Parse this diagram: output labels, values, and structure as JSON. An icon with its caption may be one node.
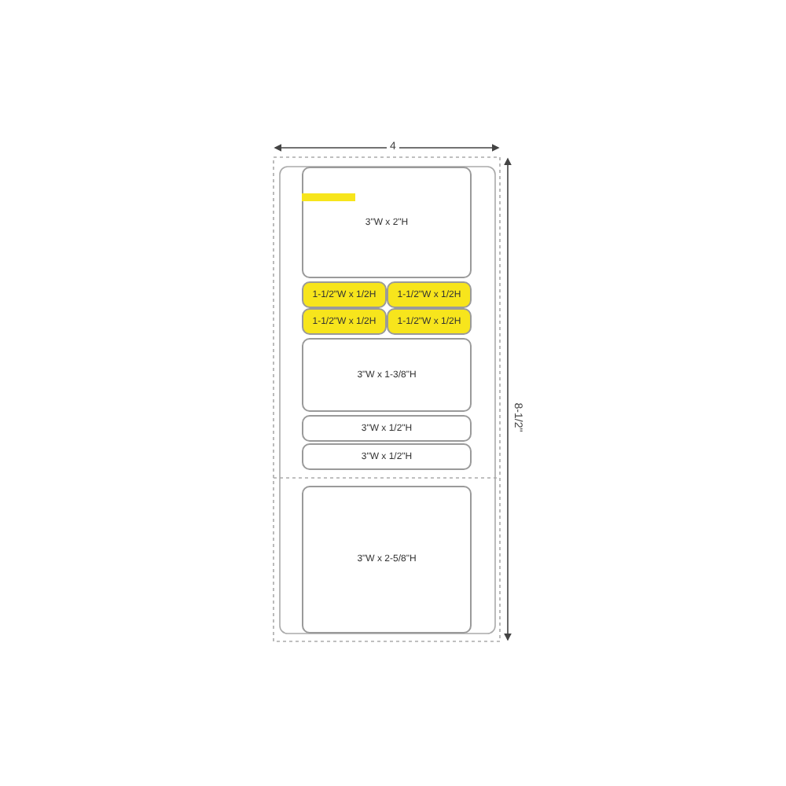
{
  "diagram": {
    "nodes": [
      {
        "text": [
          "3\"W x 2\"H"
        ]
      },
      {
        "text": [
          "1-1/2\"W x 1/2H"
        ]
      },
      {
        "text": [
          "1-1/2\"W x 1/2H"
        ]
      },
      {
        "text": [
          "1-1/2\"W x 1/2H"
        ]
      },
      {
        "text": [
          "1-1/2\"W x 1/2H"
        ]
      },
      {
        "text": [
          "3\"W x 1-3/8\"H"
        ]
      },
      {
        "text": [
          "3\"W x 1/2\"H"
        ]
      },
      {
        "text": [
          "3\"W x 1/2\"H"
        ]
      },
      {
        "text": [
          "3\"W x 2-5/8\"H"
        ]
      }
    ],
    "labels": [
      "4",
      "8-1/2\""
    ]
  }
}
